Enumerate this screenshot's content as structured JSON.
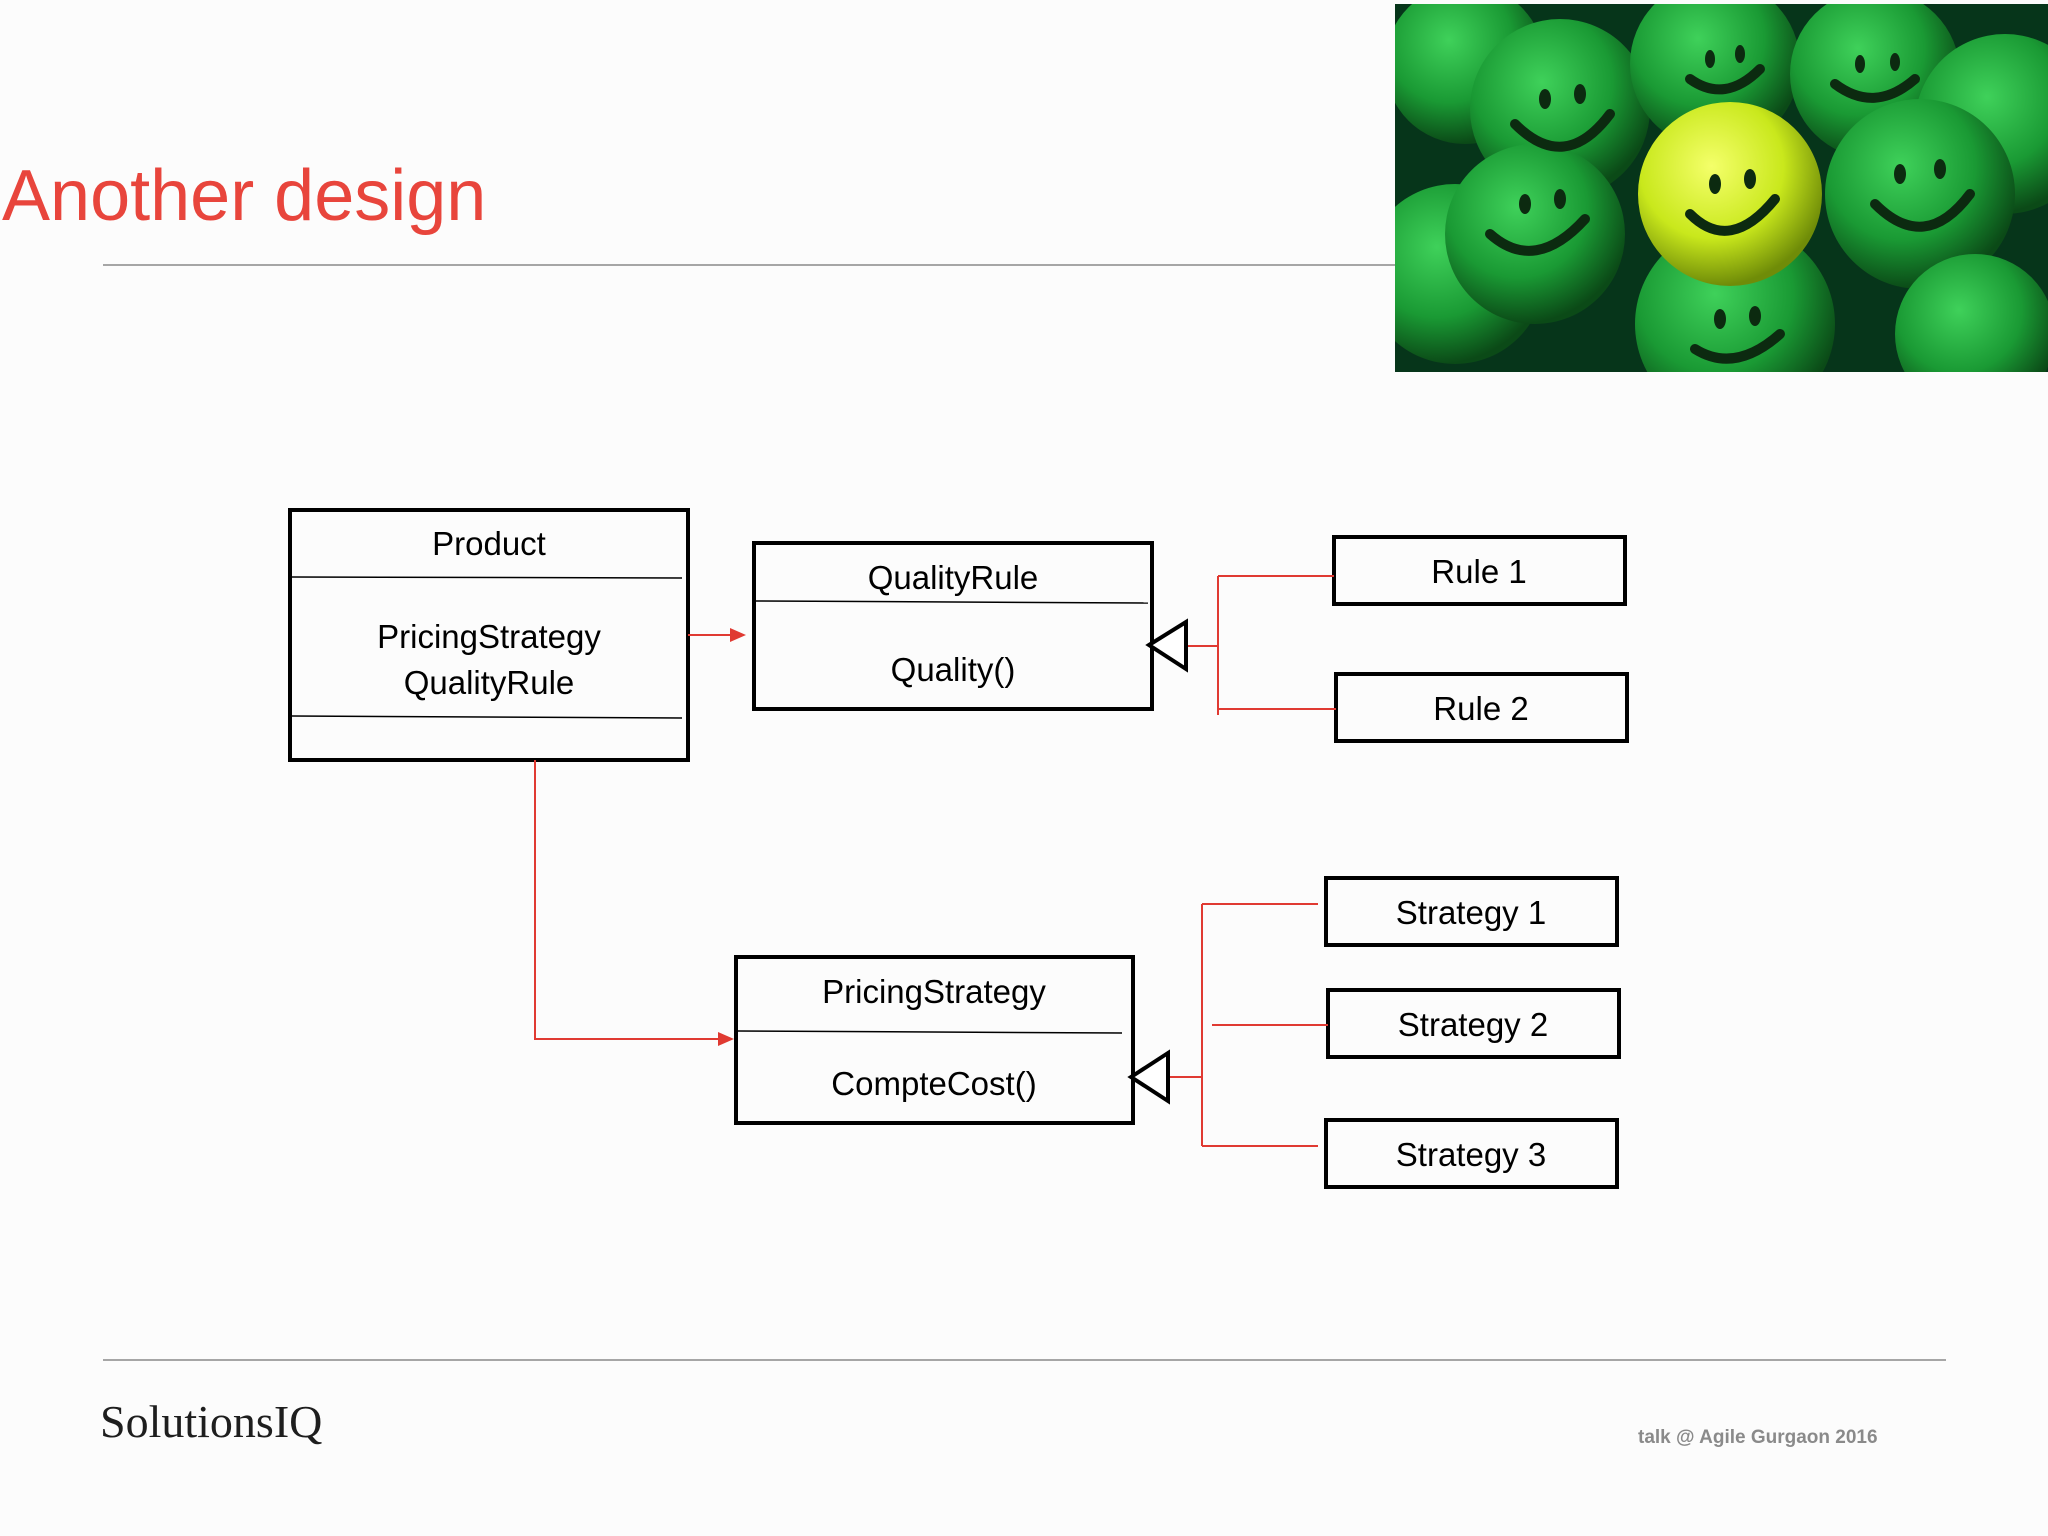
{
  "slide": {
    "title": "Another design",
    "footer_logo": "SolutionsIQ",
    "footer_note": "talk @ Agile Gurgaon 2016",
    "image_alt": "green smiley balls with one yellow smiley"
  },
  "diagram": {
    "product": {
      "name": "Product",
      "attr1": "PricingStrategy",
      "attr2": "QualityRule"
    },
    "quality_rule": {
      "name": "QualityRule",
      "method": "Quality()"
    },
    "pricing_strategy": {
      "name": "PricingStrategy",
      "method": "CompteCost()"
    },
    "rules": [
      "Rule 1",
      "Rule 2"
    ],
    "strategies": [
      "Strategy 1",
      "Strategy 2",
      "Strategy 3"
    ]
  },
  "colors": {
    "title": "#e8453c",
    "connector": "#e03a32",
    "box_border": "#000000"
  }
}
